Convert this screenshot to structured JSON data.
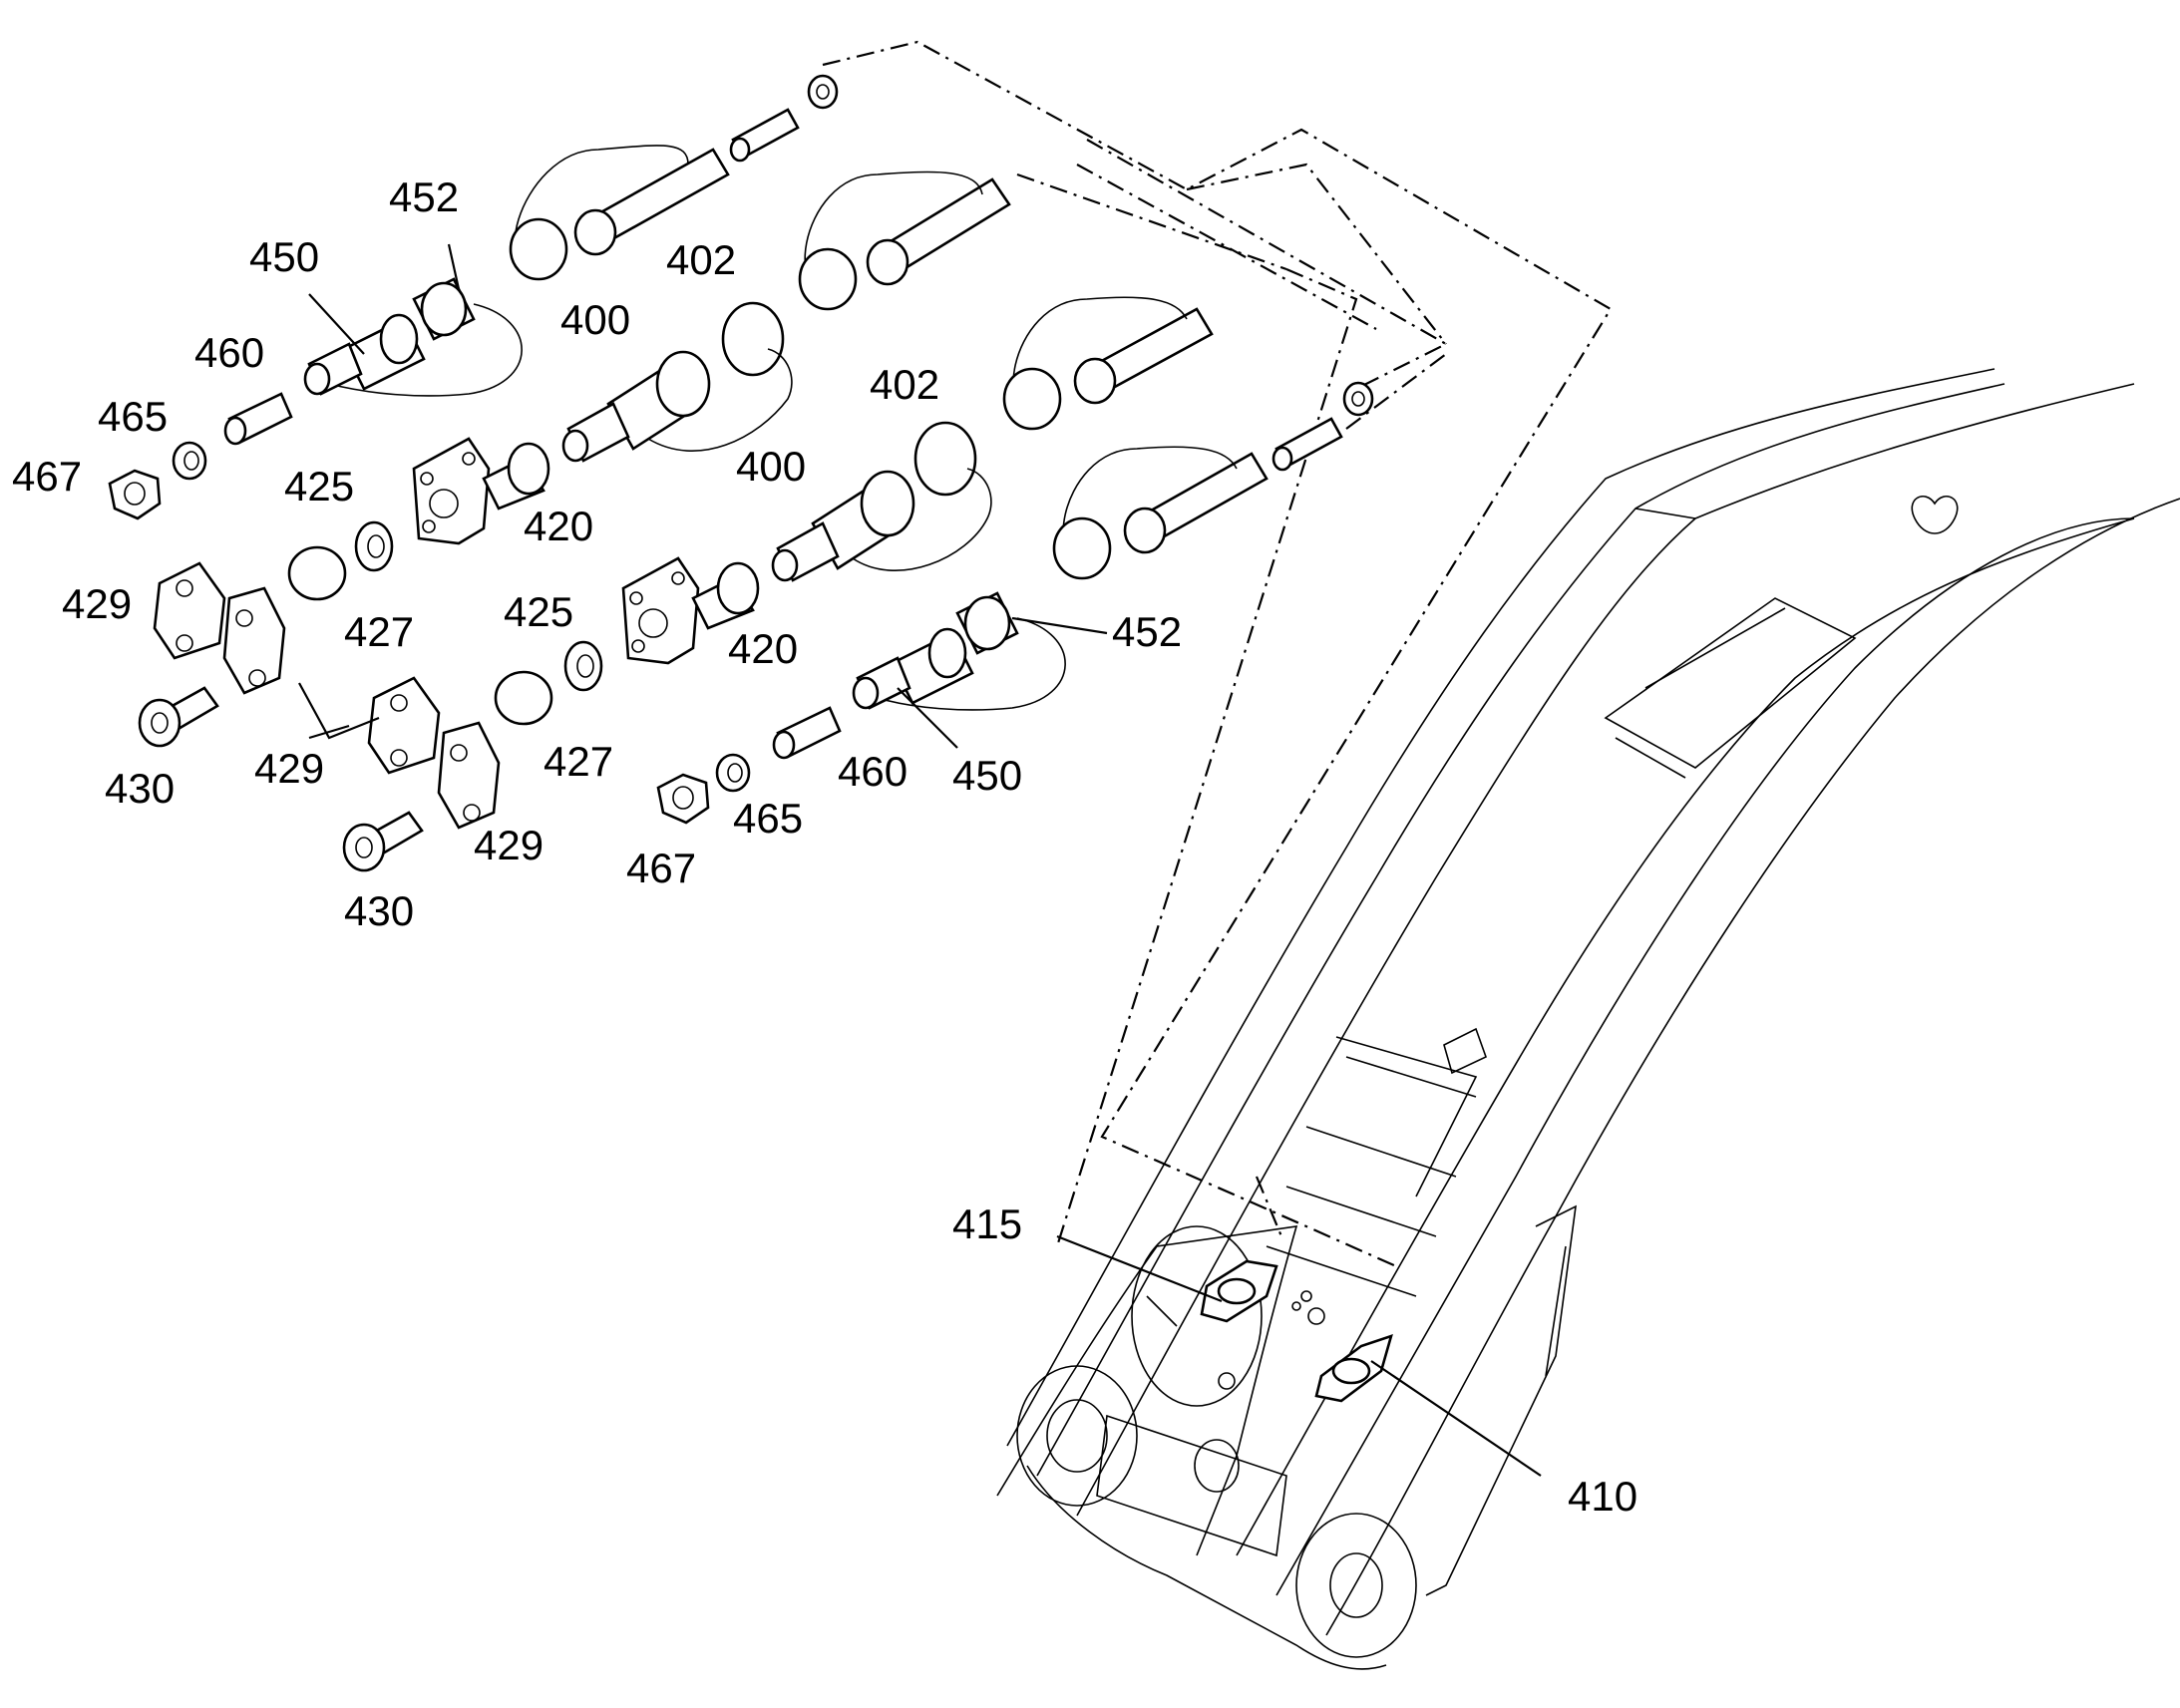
{
  "labels": {
    "l400a": "400",
    "l400b": "400",
    "l402a": "402",
    "l402b": "402",
    "l410": "410",
    "l415": "415",
    "l420a": "420",
    "l420b": "420",
    "l425a": "425",
    "l425b": "425",
    "l427a": "427",
    "l427b": "427",
    "l429a": "429",
    "l429b": "429",
    "l429c": "429",
    "l430a": "430",
    "l430b": "430",
    "l450a": "450",
    "l450b": "450",
    "l452a": "452",
    "l452b": "452",
    "l460a": "460",
    "l460b": "460",
    "l465a": "465",
    "l465b": "465",
    "l467a": "467",
    "l467b": "467"
  },
  "colors": {
    "line": "#000000",
    "background": "#ffffff"
  }
}
